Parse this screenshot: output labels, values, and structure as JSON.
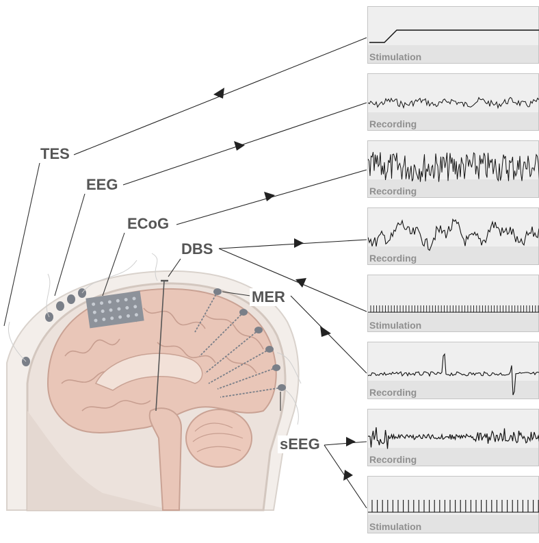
{
  "labels": {
    "tes": "TES",
    "eeg": "EEG",
    "ecog": "ECoG",
    "dbs": "DBS",
    "mer": "MER",
    "seeg": "sEEG"
  },
  "panels": [
    {
      "caption": "Stimulation",
      "signal": "step"
    },
    {
      "caption": "Recording",
      "signal": "eeg"
    },
    {
      "caption": "Recording",
      "signal": "ecog"
    },
    {
      "caption": "Recording",
      "signal": "lfp"
    },
    {
      "caption": "Stimulation",
      "signal": "pulse-train-dense"
    },
    {
      "caption": "Recording",
      "signal": "spikes"
    },
    {
      "caption": "Recording",
      "signal": "seeg"
    },
    {
      "caption": "Stimulation",
      "signal": "pulse-train-sparse"
    }
  ],
  "colors": {
    "label_text": "#555555",
    "panel_bg": "#efefef",
    "caption_text": "#8f8f8f",
    "brain_fill": "#e9c6b8",
    "skull": "#f2ebe6",
    "electrode": "#7a7f88"
  }
}
